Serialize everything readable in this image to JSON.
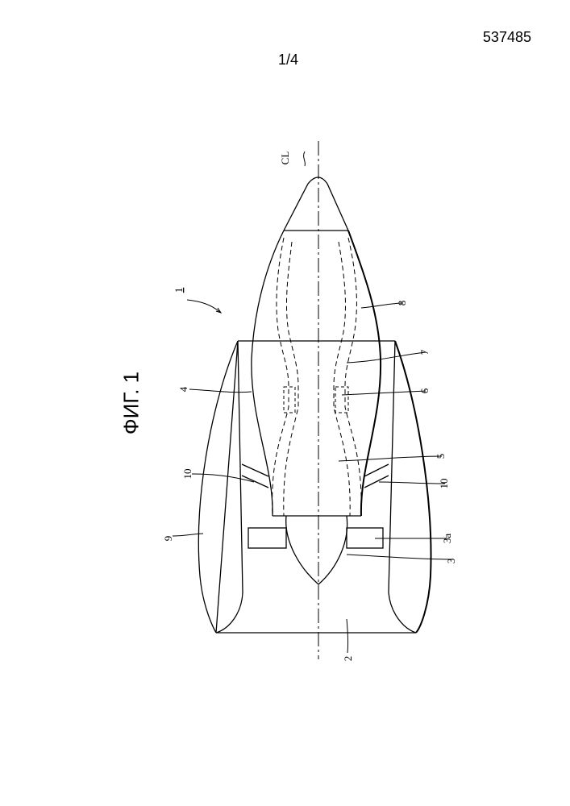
{
  "header": {
    "patent_number": "537485",
    "page_number": "1/4"
  },
  "figure": {
    "title": "ФИГ. 1",
    "labels": {
      "cl": "CL",
      "l1": "1",
      "l2": "2",
      "l3": "3",
      "l3a": "3a",
      "l4": "4",
      "l5": "5",
      "l6": "6",
      "l7": "7",
      "l8": "8",
      "l9": "9",
      "l10a": "10",
      "l10b": "10"
    }
  }
}
